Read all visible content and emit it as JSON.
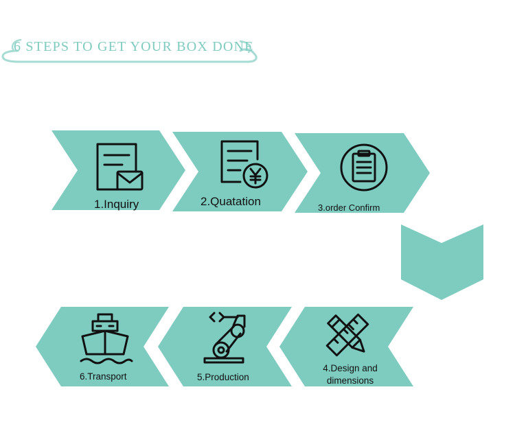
{
  "title": "6 STEPS TO GET YOUR BOX DONE",
  "colors": {
    "accent": "#7ecbc0",
    "title_ornament": "#a6dcd4",
    "icon": "#111111",
    "label": "#111111",
    "background": "#ffffff"
  },
  "steps": [
    {
      "label": "1.Inquiry",
      "icon": "document-envelope-icon"
    },
    {
      "label": "2.Quatation",
      "icon": "document-yen-icon"
    },
    {
      "label": "3.order Confirm",
      "icon": "clipboard-circle-icon"
    },
    {
      "label_lines": [
        "4.Design and",
        "dimensions"
      ],
      "icon": "ruler-pencil-icon"
    },
    {
      "label": "5.Production",
      "icon": "robot-arm-icon"
    },
    {
      "label": "6.Transport",
      "icon": "ship-icon"
    }
  ],
  "flow_direction": [
    "right",
    "down",
    "left"
  ]
}
